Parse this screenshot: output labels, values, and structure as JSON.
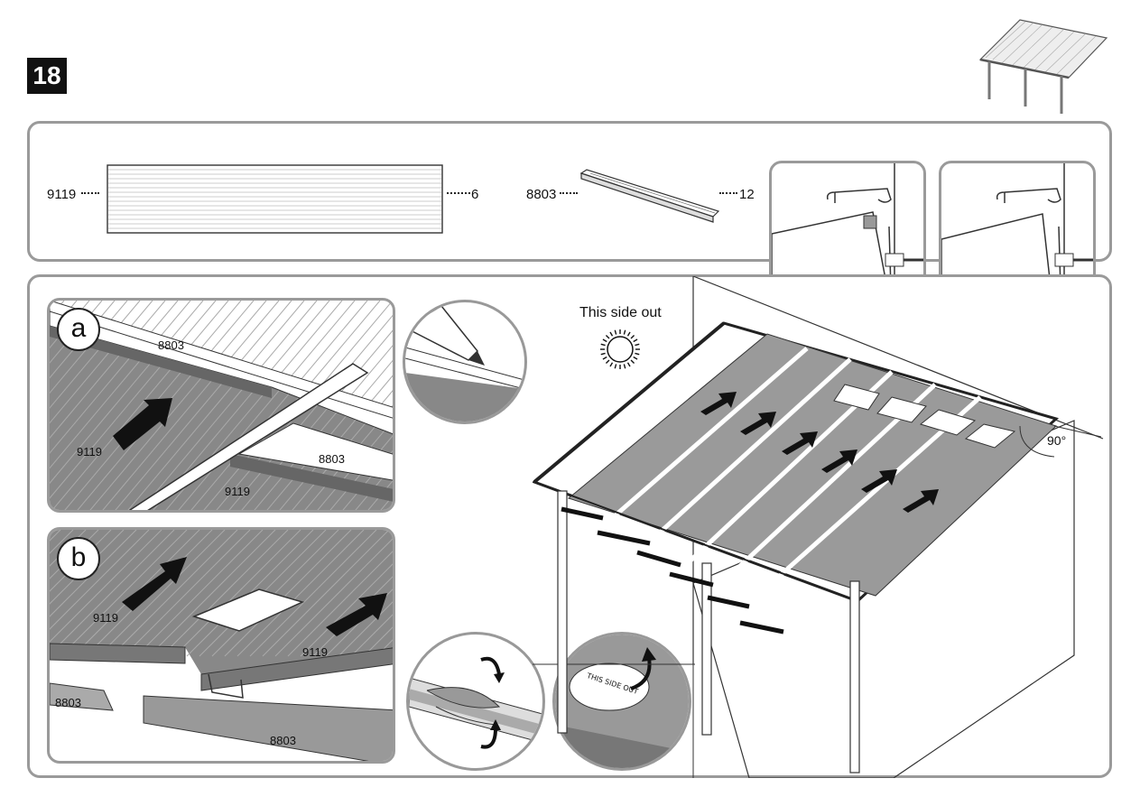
{
  "step": {
    "number": "18"
  },
  "parts": [
    {
      "code": "9119",
      "qty": "6"
    },
    {
      "code": "8803",
      "qty": "12"
    }
  ],
  "check": {
    "correct_icon": "checkmark-icon",
    "wrong_icon": "cross-icon"
  },
  "detail_a": {
    "letter": "a",
    "labels": [
      "8803",
      "9119",
      "8803",
      "9119"
    ]
  },
  "detail_b": {
    "letter": "b",
    "labels": [
      "9119",
      "9119",
      "8803",
      "8803"
    ]
  },
  "main": {
    "side_text": "This side out",
    "angle": "90°",
    "sticker_text": "THIS SIDE OUT"
  },
  "colors": {
    "panel_border": "#9a9a9a",
    "sheet": "#9a9a9a",
    "ink": "#111111"
  }
}
